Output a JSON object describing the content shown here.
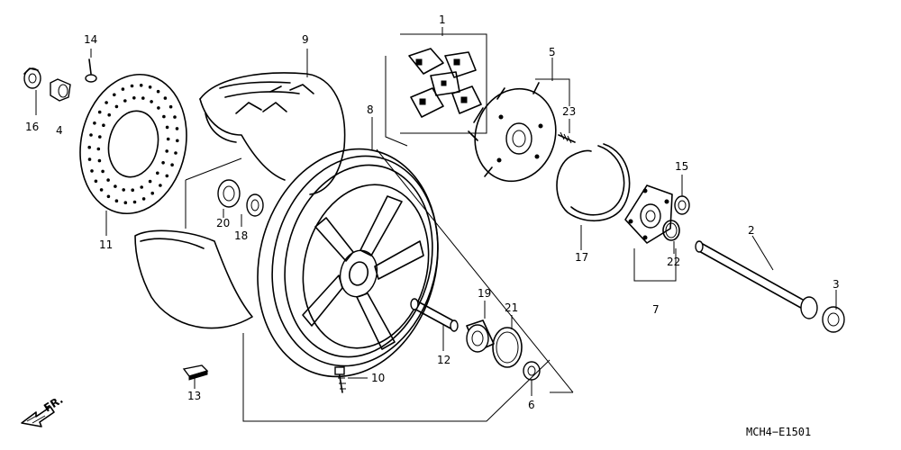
{
  "callouts": [
    {
      "id": "c1",
      "label": "1"
    },
    {
      "id": "c2",
      "label": "2"
    },
    {
      "id": "c3",
      "label": "3"
    },
    {
      "id": "c4",
      "label": "4"
    },
    {
      "id": "c5",
      "label": "5"
    },
    {
      "id": "c6",
      "label": "6"
    },
    {
      "id": "c7",
      "label": "7"
    },
    {
      "id": "c8",
      "label": "8"
    },
    {
      "id": "c9",
      "label": "9"
    },
    {
      "id": "c10",
      "label": "10"
    },
    {
      "id": "c11",
      "label": "11"
    },
    {
      "id": "c12",
      "label": "12"
    },
    {
      "id": "c13",
      "label": "13"
    },
    {
      "id": "c14",
      "label": "14"
    },
    {
      "id": "c15",
      "label": "15"
    },
    {
      "id": "c16",
      "label": "16"
    },
    {
      "id": "c17",
      "label": "17"
    },
    {
      "id": "c18",
      "label": "18"
    },
    {
      "id": "c19",
      "label": "19"
    },
    {
      "id": "c20",
      "label": "20"
    },
    {
      "id": "c21",
      "label": "21"
    },
    {
      "id": "c22",
      "label": "22"
    },
    {
      "id": "c23",
      "label": "23"
    }
  ],
  "direction_label": "FR.",
  "diagram_code": "MCH4−E1501"
}
